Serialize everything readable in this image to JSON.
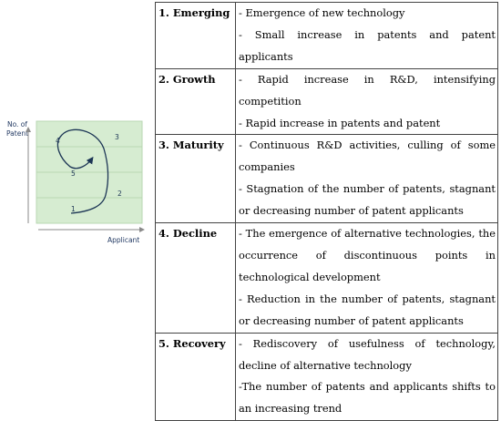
{
  "diagram": {
    "y_axis_label": "No. of\nPatent",
    "x_axis_label": "Applicant",
    "phase_numbers": [
      "1",
      "2",
      "3",
      "4",
      "5"
    ],
    "plot_color": "#d6ecd1",
    "curve_color": "#1c3555"
  },
  "stages": [
    {
      "name": "1. Emerging",
      "points": [
        "- Emergence of new technology",
        "- Small increase in patents and patent applicants"
      ]
    },
    {
      "name": "2. Growth",
      "points": [
        "- Rapid increase in R&D, intensifying competition",
        "- Rapid increase in patents and patent"
      ]
    },
    {
      "name": "3. Maturity",
      "points": [
        "- Continuous R&D activities, culling of some companies",
        "- Stagnation of the number of patents, stagnant or decreasing number of patent applicants"
      ]
    },
    {
      "name": "4. Decline",
      "points": [
        "- The emergence of alternative technologies, the occurrence of discontinuous points in technological development",
        "- Reduction in the number of patents, stagnant or decreasing number of patent applicants"
      ]
    },
    {
      "name": "5. Recovery",
      "points": [
        "- Rediscovery of usefulness of technology, decline of alternative technology",
        "-The number of patents and applicants shifts to an increasing trend"
      ]
    }
  ]
}
